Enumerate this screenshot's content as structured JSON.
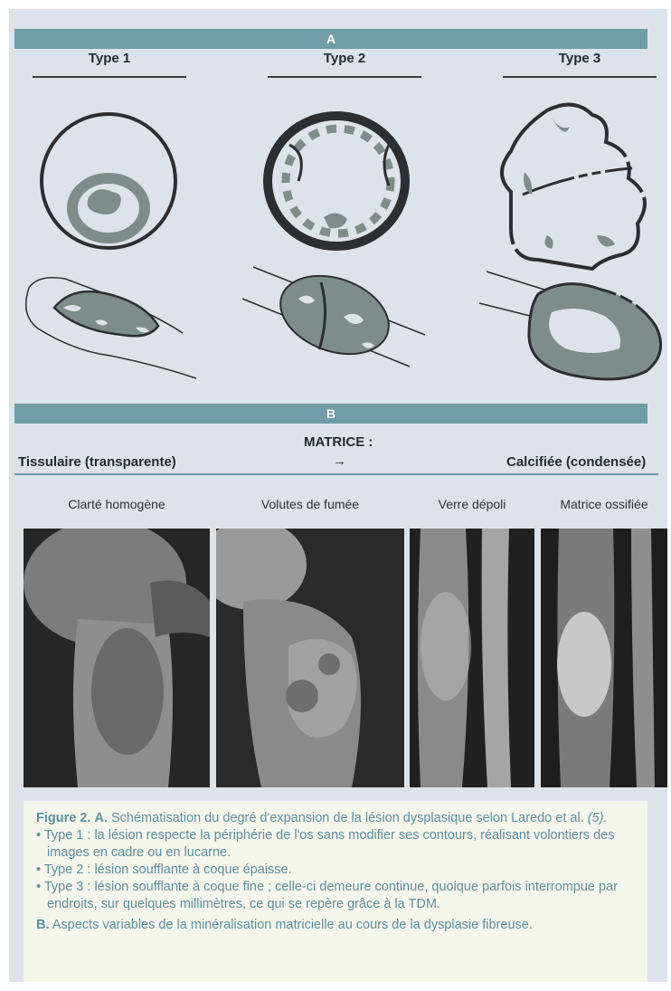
{
  "section_a": {
    "label": "A"
  },
  "types": [
    {
      "title": "Type 1"
    },
    {
      "title": "Type 2"
    },
    {
      "title": "Type 3"
    }
  ],
  "section_b": {
    "label": "B"
  },
  "matrix": {
    "title": "MATRICE :",
    "arrow": "→",
    "left": "Tissulaire (transparente)",
    "right": "Calcifiée (condensée)"
  },
  "xrays": [
    {
      "label": "Clarté homogène"
    },
    {
      "label": "Volutes de fumée"
    },
    {
      "label": "Verre dépoli"
    },
    {
      "label": "Matrice ossifiée"
    }
  ],
  "caption": {
    "fig_label": "Figure 2.",
    "a_label": "A.",
    "a_text": "Schématisation du degré d'expansion de la lésion dysplasique selon Laredo",
    "a_text2": "et al.",
    "a_ref": "(5).",
    "bullets": [
      "• Type 1 : la lésion respecte la périphérie de l'os sans modifier ses contours, réalisant volontiers des images en cadre ou en lucarne.",
      "• Type 2 : lésion soufflante à coque épaisse.",
      "• Type 3 : lésion soufflante à coque fine ; celle-ci demeure continue, quoique parfois interrompue par endroits, sur quelques millimètres, ce qui se repère grâce à la TDM."
    ],
    "b_label": "B.",
    "b_text": "Aspects variables de la minéralisation matricielle au cours de la dysplasie fibreuse."
  },
  "colors": {
    "panel_bg": "#dde3ea",
    "banner": "#6f9ca6",
    "lesion_gray": "#7f8c8c",
    "caption_text": "#5f8f9d",
    "caption_bg": "#f5f6ec"
  }
}
